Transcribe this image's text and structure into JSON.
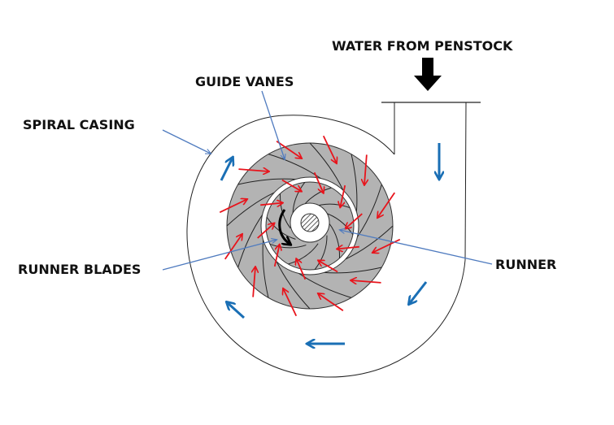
{
  "title": "Francis Turbine (Reaction Turbine) Schematic",
  "labels": {
    "water_from_penstock": "WATER FROM PENSTOCK",
    "guide_vanes": "GUIDE VANES",
    "spiral_casing": "SPIRAL CASING",
    "runner_blades": "RUNNER BLADES",
    "runner": "RUNNER"
  },
  "colors": {
    "casing_outline": "#222222",
    "guide_vane_fill": "#b3b3b3",
    "flow_arrow_blue": "#1a6fb5",
    "inflow_arrow_red": "#e8141c",
    "leader_line": "#4f7bbf",
    "rotation_arrow": "#000000",
    "label_text": "#111111"
  },
  "components": {
    "guide_vane_count": 12,
    "runner_blade_count": 10,
    "rotation_direction": "counter-clockwise"
  }
}
